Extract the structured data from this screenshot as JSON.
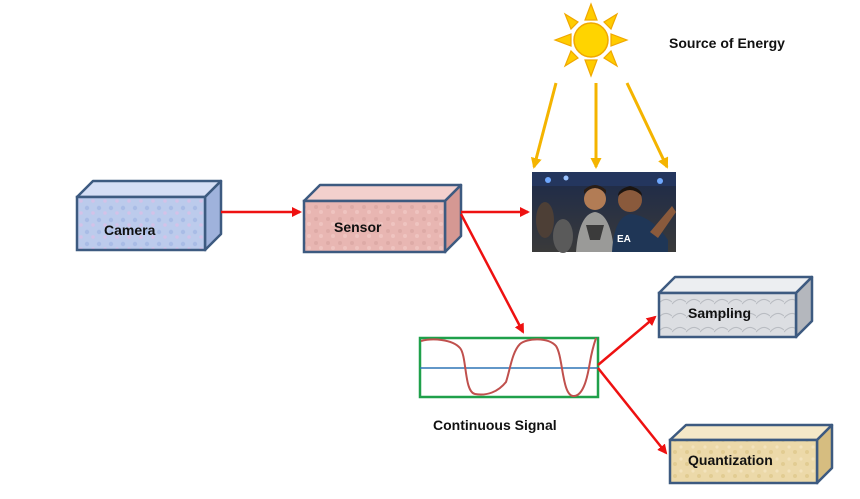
{
  "labels": {
    "source": "Source of Energy",
    "camera": "Camera",
    "sensor": "Sensor",
    "sampling": "Sampling",
    "quantization": "Quantization",
    "signal": "Continuous Signal"
  },
  "colors": {
    "arrow_red": "#ee1111",
    "arrow_yellow": "#f4b400",
    "box_border": "#3d5a80",
    "camera_fill": "#b9c8ec",
    "sensor_fill": "#e8b4b0",
    "sampling_fill": "#d6d8dc",
    "quantization_fill": "#ead7a6",
    "signal_frame": "#1fa04a",
    "signal_wave": "#c0504d",
    "signal_axis": "#2e75b6",
    "sun_core": "#ffd400",
    "sun_rays": "#ffcc00"
  },
  "icons": {
    "sun": "sun-icon",
    "photo": "photo-thumbnail"
  }
}
